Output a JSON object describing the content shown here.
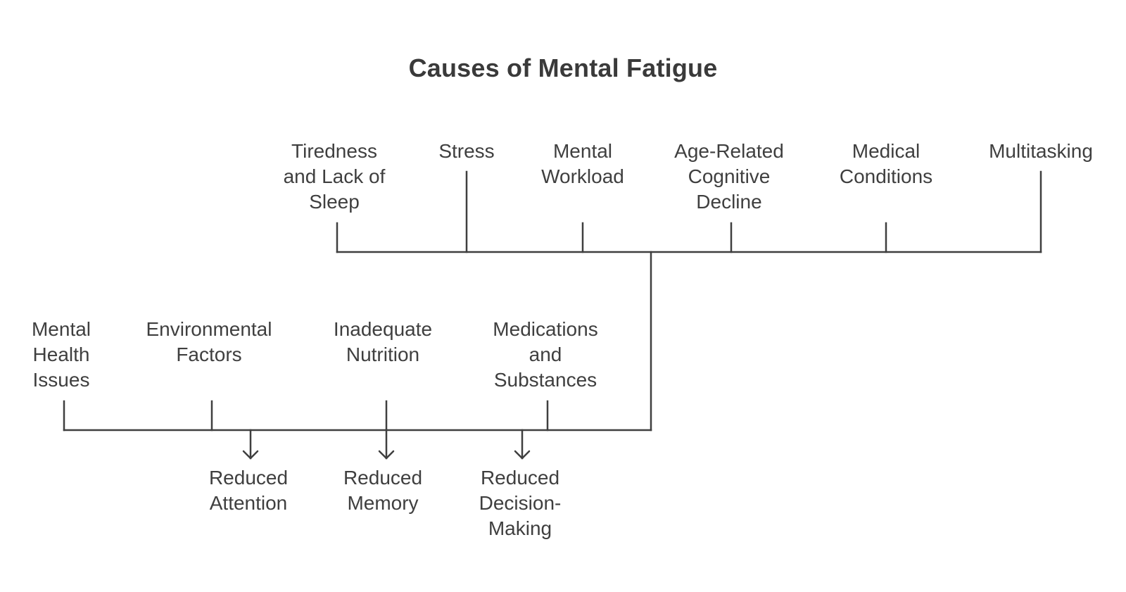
{
  "diagram": {
    "title": "Causes of Mental Fatigue",
    "top_causes": [
      {
        "id": "tiredness",
        "label": "Tiredness\nand Lack of\nSleep"
      },
      {
        "id": "stress",
        "label": "Stress"
      },
      {
        "id": "workload",
        "label": "Mental\nWorkload"
      },
      {
        "id": "age-decline",
        "label": "Age-Related\nCognitive\nDecline"
      },
      {
        "id": "medical",
        "label": "Medical\nConditions"
      },
      {
        "id": "multitasking",
        "label": "Multitasking"
      }
    ],
    "bottom_causes": [
      {
        "id": "mental-health",
        "label": "Mental\nHealth\nIssues"
      },
      {
        "id": "environmental",
        "label": "Environmental\nFactors"
      },
      {
        "id": "nutrition",
        "label": "Inadequate\nNutrition"
      },
      {
        "id": "medications",
        "label": "Medications\nand\nSubstances"
      }
    ],
    "effects": [
      {
        "id": "attention",
        "label": "Reduced\nAttention"
      },
      {
        "id": "memory",
        "label": "Reduced\nMemory"
      },
      {
        "id": "decision",
        "label": "Reduced\nDecision-\nMaking"
      }
    ],
    "colors": {
      "line": "#3f3f3f",
      "text": "#3f3f3f",
      "background": "#ffffff"
    }
  }
}
